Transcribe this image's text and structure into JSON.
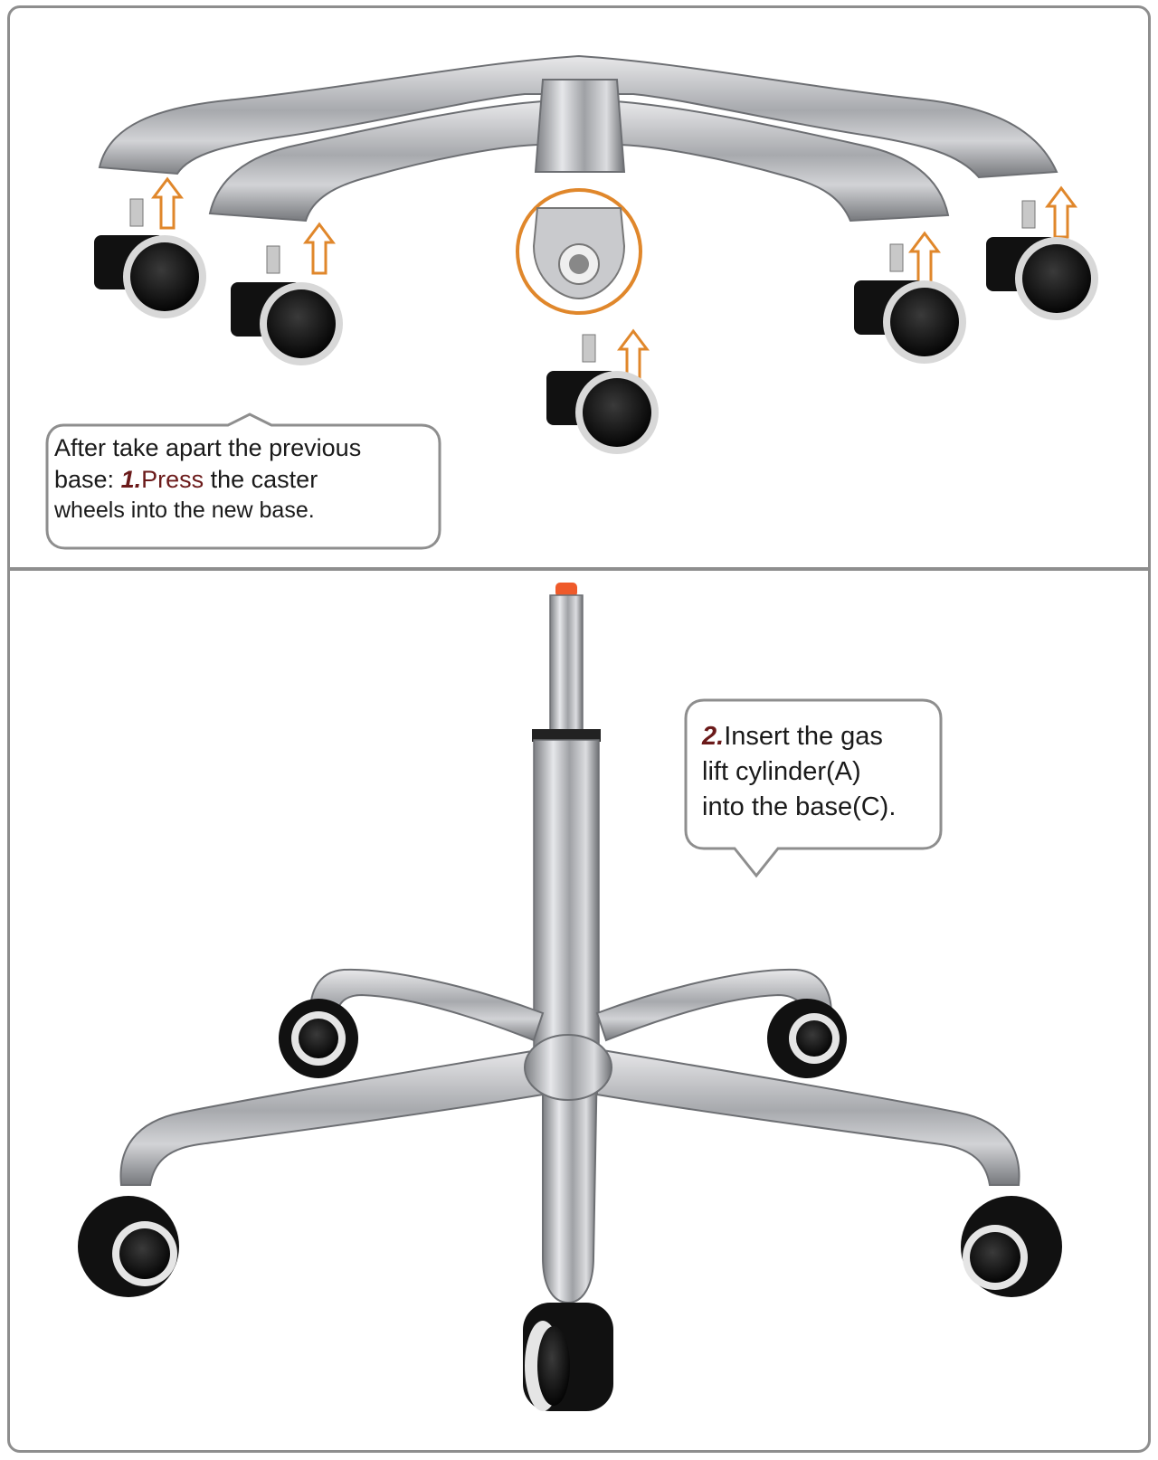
{
  "step1": {
    "line1": "After take apart the previous",
    "line2_prefix": "base: ",
    "number": "1.",
    "emphasis": "Press",
    "line2_suffix": " the caster",
    "line3": "wheels into the new base."
  },
  "step2": {
    "number": "2.",
    "line1_rest": "Insert the gas",
    "line2": "lift cylinder(A)",
    "line3": "into the base(C)."
  },
  "colors": {
    "arrow": "#e0872b",
    "highlight_ring": "#e0872b",
    "step_number": "#6b1a1a",
    "cylinder_cap": "#ef5a2a",
    "frame": "#8e8e8e"
  },
  "icons": [
    "up-arrow-icon",
    "caster-wheel-icon",
    "chair-base-icon",
    "gas-cylinder-icon"
  ]
}
